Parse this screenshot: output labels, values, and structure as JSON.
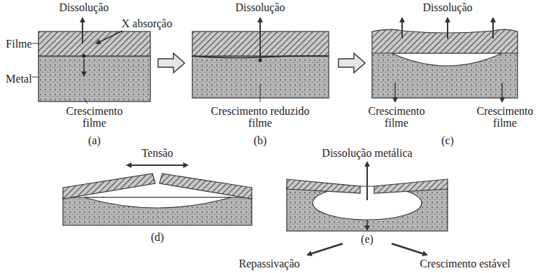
{
  "diagram": {
    "labels": [
      "Dissolução",
      "X absorção",
      "Filme",
      "Metal",
      "Crescimento filme",
      "(a)",
      "Dissolução",
      "Crescimento reduzido filme",
      "(b)",
      "Dissolução",
      "Crescimento filme",
      "Crescimento filme",
      "(c)",
      "Tensão",
      "(d)",
      "Dissolução metálica",
      "(e)",
      "Repassivação",
      "Crescimento estável"
    ]
  }
}
